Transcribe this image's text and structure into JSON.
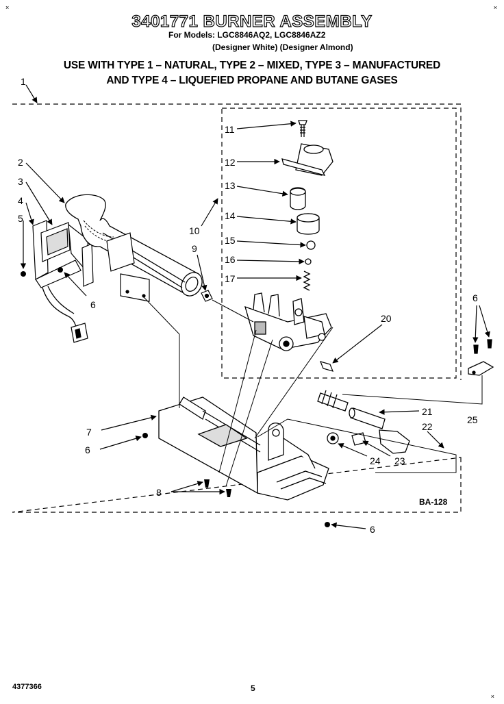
{
  "header": {
    "title": "3401771 BURNER ASSEMBLY",
    "models": "For Models: LGC8846AQ2, LGC8846AZ2",
    "colors": "(Designer White)  (Designer Almond)",
    "gas_line1": "USE WITH TYPE 1 – NATURAL, TYPE 2 – MIXED, TYPE 3 – MANUFACTURED",
    "gas_line2": "AND TYPE 4 – LIQUEFIED PROPANE AND BUTANE GASES"
  },
  "marks": {
    "left": "×",
    "right": "×",
    "bottom_right": "×"
  },
  "diagram": {
    "drawing_code": "BA-128",
    "callouts": [
      {
        "id": "c1",
        "label": "1"
      },
      {
        "id": "c2",
        "label": "2"
      },
      {
        "id": "c3",
        "label": "3"
      },
      {
        "id": "c4",
        "label": "4"
      },
      {
        "id": "c5",
        "label": "5"
      },
      {
        "id": "c6a",
        "label": "6"
      },
      {
        "id": "c9",
        "label": "9"
      },
      {
        "id": "c10",
        "label": "10"
      },
      {
        "id": "c11",
        "label": "11"
      },
      {
        "id": "c12",
        "label": "12"
      },
      {
        "id": "c13",
        "label": "13"
      },
      {
        "id": "c14",
        "label": "14"
      },
      {
        "id": "c15",
        "label": "15"
      },
      {
        "id": "c16",
        "label": "16"
      },
      {
        "id": "c17",
        "label": "17"
      },
      {
        "id": "c20",
        "label": "20"
      },
      {
        "id": "c6b",
        "label": "6"
      },
      {
        "id": "c25",
        "label": "25"
      },
      {
        "id": "c21",
        "label": "21"
      },
      {
        "id": "c22",
        "label": "22"
      },
      {
        "id": "c7",
        "label": "7"
      },
      {
        "id": "c6c",
        "label": "6"
      },
      {
        "id": "c24",
        "label": "24"
      },
      {
        "id": "c23",
        "label": "23"
      },
      {
        "id": "c8",
        "label": "8"
      },
      {
        "id": "c6d",
        "label": "6"
      }
    ]
  },
  "footer": {
    "doc_number": "4377366",
    "page": "5"
  }
}
